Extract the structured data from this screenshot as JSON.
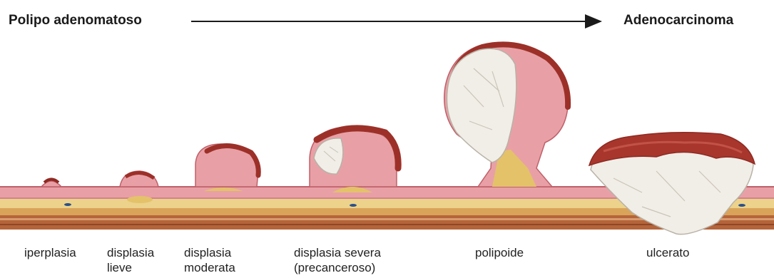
{
  "header": {
    "left_label": "Polipo adenomatoso",
    "right_label": "Adenocarcinoma"
  },
  "stages": [
    {
      "line1": "iperplasia",
      "line2": ""
    },
    {
      "line1": "displasia",
      "line2": "lieve"
    },
    {
      "line1": "displasia",
      "line2": "moderata"
    },
    {
      "line1": "displasia severa",
      "line2": "(precanceroso)"
    },
    {
      "line1": "polipoide",
      "line2": ""
    },
    {
      "line1": "ulcerato",
      "line2": ""
    }
  ],
  "colors": {
    "mucosa": "#e8a0a6",
    "mucosa_edge": "#c0606a",
    "submucosa": "#ecd28a",
    "muscle": "#b5643a",
    "tumor": "#a8362c",
    "necrosis": "#f1eee8"
  }
}
